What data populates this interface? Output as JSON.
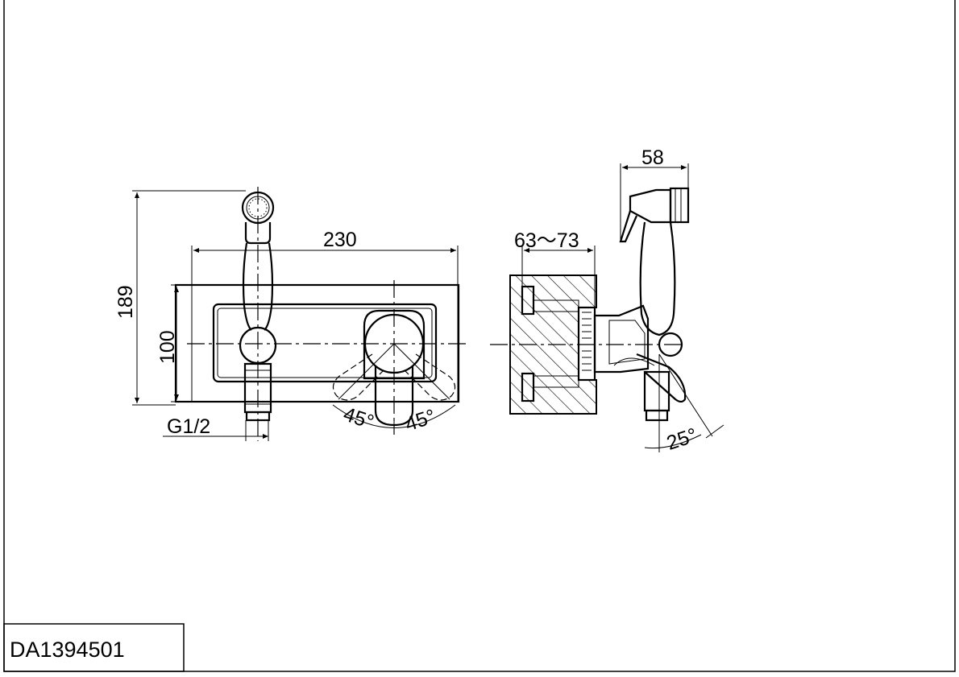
{
  "drawing_code": "DA1394501",
  "dimensions": {
    "overall_height": "189",
    "plate_width": "230",
    "plate_height": "100",
    "thread": "G1/2",
    "wall_depth": "63～73",
    "projection": "58",
    "rotation_left": "45°",
    "rotation_right": "45°",
    "tilt_angle": "25°"
  }
}
